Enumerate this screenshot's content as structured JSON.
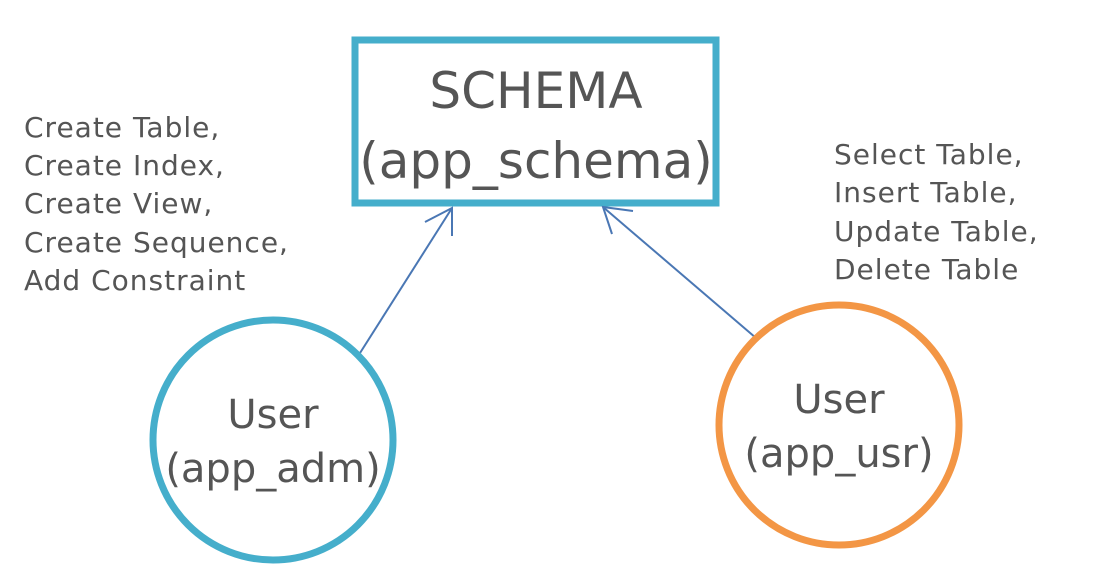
{
  "schema": {
    "title": "SCHEMA",
    "name": "(app_schema)"
  },
  "admin_user": {
    "title": "User",
    "name": "(app_adm)",
    "permissions": [
      "Create Table,",
      "Create Index,",
      "Create View,",
      "Create Sequence,",
      "Add Constraint"
    ]
  },
  "app_user": {
    "title": "User",
    "name": "(app_usr)",
    "permissions": [
      "Select Table,",
      "Insert Table,",
      "Update Table,",
      "Delete Table"
    ]
  },
  "colors": {
    "teal": "#45aecb",
    "orange": "#f39645",
    "arrow": "#4a77b4",
    "text": "#555555"
  }
}
